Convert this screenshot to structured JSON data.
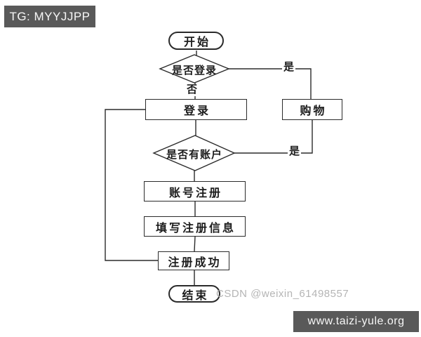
{
  "badges": {
    "tg": "TG: MYYJJPP",
    "site": "www.taizi-yule.org"
  },
  "watermark": "CSDN @weixin_61498557",
  "colors": {
    "badge_background": "#595959",
    "badge_text": "#f7f7f7",
    "line": "#2b2b2b",
    "watermark_text": "#b5b5b5",
    "canvas": "#ffffff"
  },
  "flowchart": {
    "nodes": {
      "start": "开始",
      "is_logged_in": "是否登录",
      "login": "登录",
      "shopping": "购物",
      "has_account": "是否有账户",
      "register": "账号注册",
      "fill_info": "填写注册信息",
      "register_success": "注册成功",
      "end": "结束"
    },
    "edge_labels": {
      "no": "否",
      "yes_logged_in": "是",
      "yes_has_account": "是"
    },
    "edges": [
      {
        "from": "start",
        "to": "is_logged_in",
        "label": ""
      },
      {
        "from": "is_logged_in",
        "to": "login",
        "label": "否"
      },
      {
        "from": "is_logged_in",
        "to": "shopping",
        "label": "是"
      },
      {
        "from": "login",
        "to": "has_account",
        "label": ""
      },
      {
        "from": "has_account",
        "to": "shopping",
        "label": "是"
      },
      {
        "from": "has_account",
        "to": "register",
        "label": ""
      },
      {
        "from": "register",
        "to": "fill_info",
        "label": ""
      },
      {
        "from": "fill_info",
        "to": "register_success",
        "label": ""
      },
      {
        "from": "register_success",
        "to": "login",
        "label": ""
      },
      {
        "from": "register_success",
        "to": "end",
        "label": ""
      }
    ]
  }
}
